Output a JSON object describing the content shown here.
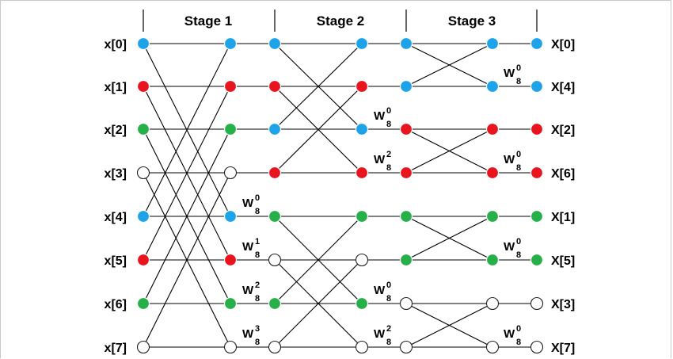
{
  "stages": [
    "Stage 1",
    "Stage 2",
    "Stage 3"
  ],
  "inputs": [
    "x[0]",
    "x[1]",
    "x[2]",
    "x[3]",
    "x[4]",
    "x[5]",
    "x[6]",
    "x[7]"
  ],
  "outputs": [
    "X[0]",
    "X[4]",
    "X[2]",
    "X[6]",
    "X[1]",
    "X[5]",
    "X[3]",
    "X[7]"
  ],
  "twiddle": {
    "base": "W",
    "sub": "8"
  },
  "twiddles_stage1": [
    "0",
    "1",
    "2",
    "3"
  ],
  "twiddles_stage2": [
    "0",
    "2",
    "0",
    "2"
  ],
  "twiddles_stage3": [
    "0",
    "0",
    "0",
    "0"
  ],
  "colors": {
    "blue": "#1fa3e8",
    "red": "#e8141e",
    "green": "#27b04a",
    "white": "#ffffff",
    "line": "#000000"
  },
  "node_colors": [
    [
      "blue",
      "red",
      "green",
      "white",
      "blue",
      "red",
      "green",
      "white"
    ],
    [
      "blue",
      "red",
      "green",
      "white",
      "blue",
      "red",
      "green",
      "white"
    ],
    [
      "blue",
      "red",
      "blue",
      "red",
      "green",
      "white",
      "green",
      "white"
    ],
    [
      "blue",
      "red",
      "blue",
      "red",
      "green",
      "white",
      "green",
      "white"
    ],
    [
      "blue",
      "blue",
      "red",
      "red",
      "green",
      "green",
      "white",
      "white"
    ],
    [
      "blue",
      "blue",
      "red",
      "red",
      "green",
      "green",
      "white",
      "white"
    ],
    [
      "blue",
      "blue",
      "red",
      "red",
      "green",
      "green",
      "white",
      "white"
    ]
  ]
}
